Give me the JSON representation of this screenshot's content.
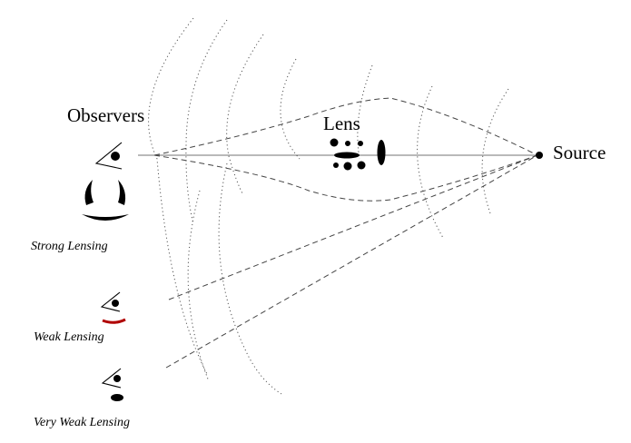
{
  "labels": {
    "observers": "Observers",
    "lens": "Lens",
    "source": "Source",
    "strong_lensing": "Strong Lensing",
    "weak_lensing": "Weak Lensing",
    "very_weak_lensing": "Very Weak Lensing"
  },
  "colors": {
    "ink": "#000000",
    "lines": "#444444",
    "weak_arc_red": "#b00000"
  },
  "icons": [
    "eye-icon",
    "galaxy-icon"
  ]
}
